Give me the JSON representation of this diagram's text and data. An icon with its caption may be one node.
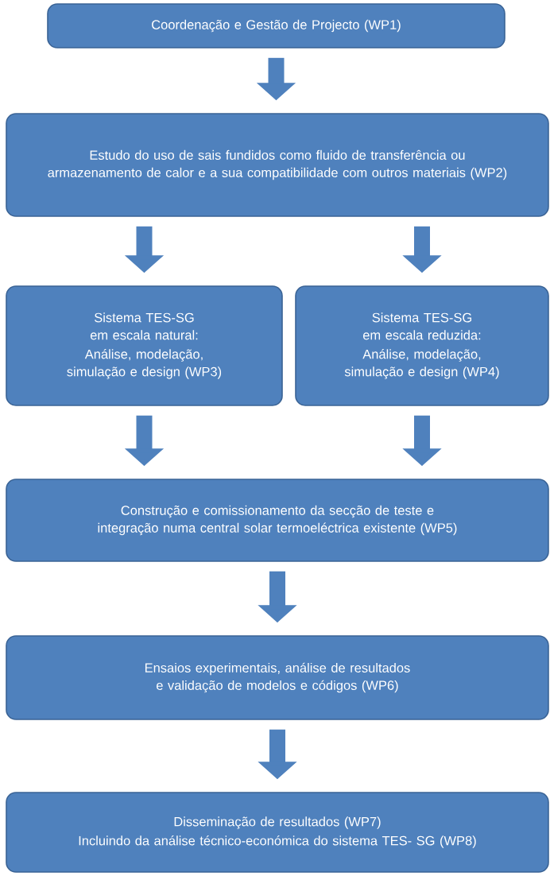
{
  "diagram": {
    "nodes": [
      {
        "text": [
          "Coordenação e Gestão de Projecto (WP1)"
        ]
      },
      {
        "text": [
          "Estudo do uso de sais fundidos como fluido de transferência ou armazenamento de calor e a sua compatibilidade com outros materiais (WP2)"
        ]
      },
      {
        "text": [
          "Sistema TES-SG em escala natural:",
          "Análise, modelação, simulação e design (WP3)"
        ]
      },
      {
        "text": [
          "Sistema TES-SG em escala reduzida:",
          "Análise, modelação, simulação e design (WP4)"
        ]
      },
      {
        "text": [
          "Construção e comissionamento da secção de teste e integração numa central solar termoeléctrica existente (WP5)"
        ]
      },
      {
        "text": [
          "Ensaios experimentais, análise de resultados e validação de modelos e códigos (WP6)"
        ]
      },
      {
        "text": [
          "Disseminação de resultados (WP7)",
          "Incluindo da análise técnico-económica do sistema TES- SG (WP8)"
        ]
      }
    ],
    "edges": [
      {
        "from": 0,
        "to": 1,
        "arrow": "to"
      },
      {
        "from": 1,
        "to": 2,
        "arrow": "to"
      },
      {
        "from": 1,
        "to": 3,
        "arrow": "to"
      },
      {
        "from": 2,
        "to": 4,
        "arrow": "to"
      },
      {
        "from": 3,
        "to": 4,
        "arrow": "to"
      },
      {
        "from": 4,
        "to": 5,
        "arrow": "to"
      },
      {
        "from": 5,
        "to": 6,
        "arrow": "to"
      }
    ]
  }
}
